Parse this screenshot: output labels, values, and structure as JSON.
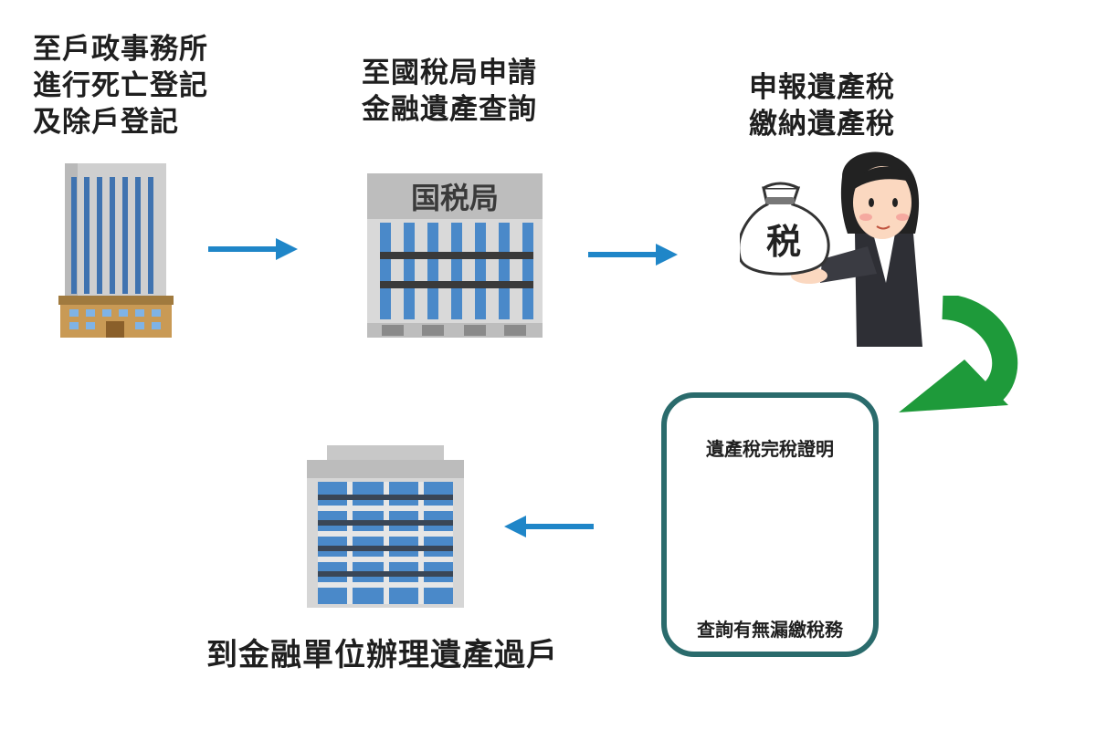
{
  "steps": [
    {
      "lines": [
        "至戶政事務所",
        "進行死亡登記",
        "及除戶登記"
      ],
      "illustration": "office-building-icon"
    },
    {
      "lines": [
        "至國稅局申請",
        "金融遺產查詢"
      ],
      "illustration": "tax-bureau-building-icon",
      "sign": "国税局"
    },
    {
      "lines": [
        "申報遺產稅",
        "繳納遺產稅"
      ],
      "illustration": "woman-holding-tax-bag-icon",
      "bag_text": "税"
    },
    {
      "top_text": "遺產稅完稅證明",
      "bottom_text": "查詢有無漏繳稅務"
    },
    {
      "label": "到金融單位辦理遺產過戶",
      "illustration": "bank-building-icon"
    }
  ],
  "colors": {
    "arrow_blue": "#1f86c8",
    "arrow_green": "#1e9a3a",
    "card_border": "#2a6b6c",
    "window_blue": "#4a89c9"
  }
}
